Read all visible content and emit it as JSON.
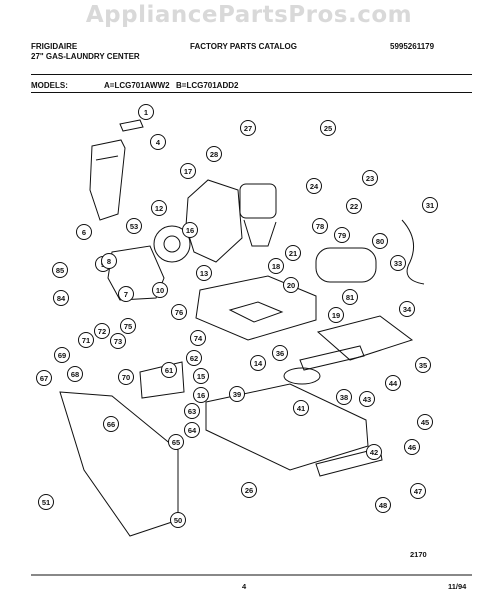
{
  "watermark": "AppliancePartsPros.com",
  "header": {
    "brand": "FRIGIDAIRE",
    "subtitle": "27\" GAS-LAUNDRY CENTER",
    "catalog": "FACTORY PARTS CATALOG",
    "part_number": "5995261179",
    "models_label": "MODELS:",
    "model_a": "A=LCG701AWW2",
    "model_b": "B=LCG701ADD2"
  },
  "callouts": [
    "1",
    "4",
    "6",
    "12",
    "13",
    "17",
    "16",
    "27",
    "28",
    "25",
    "24",
    "23",
    "22",
    "21",
    "18",
    "78",
    "79",
    "80",
    "31",
    "33",
    "53",
    "9",
    "85",
    "84",
    "8",
    "7",
    "10",
    "76",
    "75",
    "74",
    "72",
    "73",
    "71",
    "69",
    "68",
    "67",
    "70",
    "62",
    "61",
    "63",
    "64",
    "65",
    "66",
    "14",
    "15",
    "16",
    "39",
    "20",
    "81",
    "19",
    "34",
    "36",
    "35",
    "38",
    "44",
    "45",
    "46",
    "41",
    "43",
    "42",
    "47",
    "48",
    "26",
    "50",
    "51"
  ],
  "footer": {
    "figure_code": "2170",
    "page": "4",
    "date": "11/94"
  }
}
